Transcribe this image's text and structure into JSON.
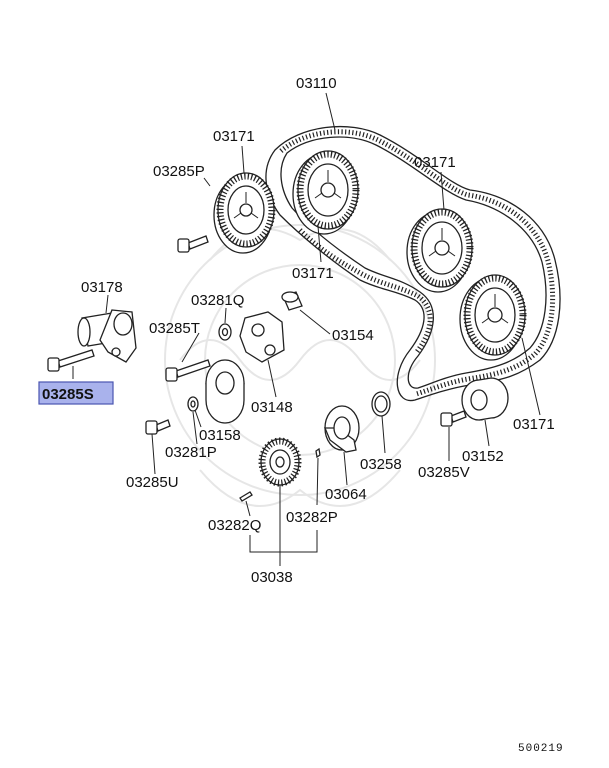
{
  "diagram": {
    "labels": {
      "l03110": "03110",
      "l03171a": "03171",
      "l03285p": "03285P",
      "l03171b": "03171",
      "l03171c": "03171",
      "l03171d": "03171",
      "l03178": "03178",
      "l03281q": "03281Q",
      "l03285t": "03285T",
      "l03154": "03154",
      "l03285s": "03285S",
      "l03148": "03148",
      "l03158": "03158",
      "l03281p": "03281P",
      "l03258": "03258",
      "l03285v": "03285V",
      "l03152": "03152",
      "l03285u": "03285U",
      "l03064": "03064",
      "l03282q": "03282Q",
      "l03282p": "03282P",
      "l03038": "03038"
    },
    "figure_code": "500219",
    "highlight_color": "#a9b2ec"
  }
}
